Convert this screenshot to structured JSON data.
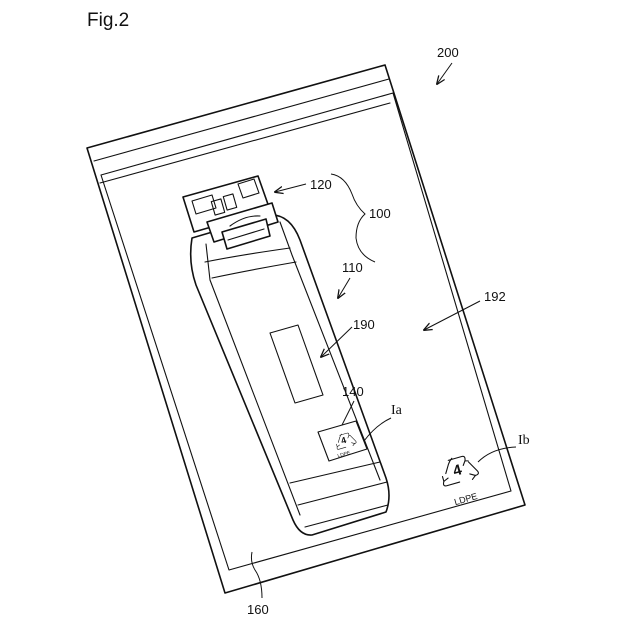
{
  "figure": {
    "title": "Fig.2"
  },
  "labels": {
    "r200": "200",
    "r120": "120",
    "r100": "100",
    "r110": "110",
    "r192": "192",
    "r190": "190",
    "r140": "140",
    "ia": "Ia",
    "ib": "Ib",
    "r160": "160"
  },
  "recycle_symbol_small": {
    "number": "4",
    "material": "LDPE"
  },
  "recycle_symbol_large": {
    "number": "4",
    "material": "LDPE"
  }
}
